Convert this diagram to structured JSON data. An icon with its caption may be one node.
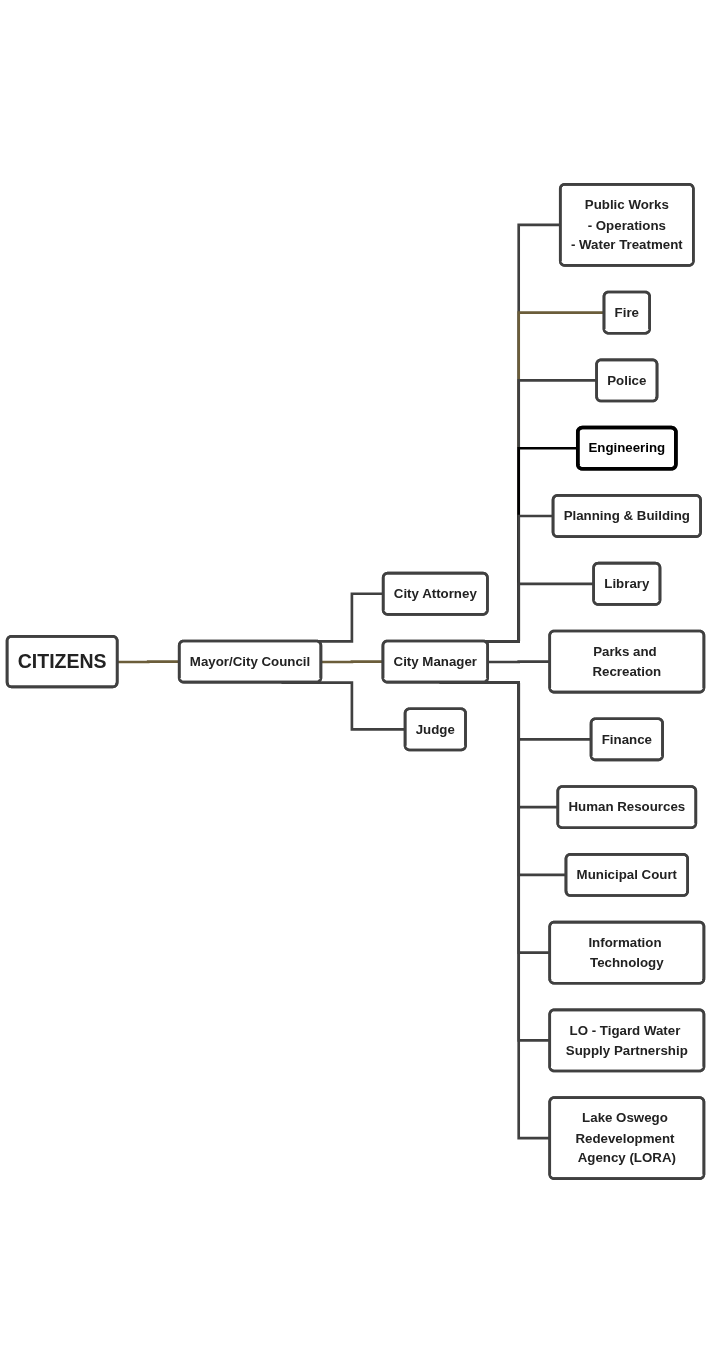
{
  "diagram": {
    "nodes": [
      {
        "text": [
          "CITIZENS"
        ]
      },
      {
        "text": [
          "Mayor/City Council"
        ]
      },
      {
        "text": [
          "City Attorney"
        ]
      },
      {
        "text": [
          "City Manager"
        ]
      },
      {
        "text": [
          "Judge"
        ]
      },
      {
        "text": [
          "Public Works",
          "- Operations",
          "- Water Treatment"
        ]
      },
      {
        "text": [
          "Fire"
        ]
      },
      {
        "text": [
          "Police"
        ]
      },
      {
        "text": [
          "Engineering"
        ]
      },
      {
        "text": [
          "Planning & Building"
        ]
      },
      {
        "text": [
          "Library"
        ]
      },
      {
        "text": [
          "Parks and Recreation"
        ]
      },
      {
        "text": [
          "Finance"
        ]
      },
      {
        "text": [
          "Human Resources"
        ]
      },
      {
        "text": [
          "Municipal Court"
        ]
      },
      {
        "text": [
          "Information Technology"
        ]
      },
      {
        "text": [
          "LO - Tigard Water Supply Partnership"
        ]
      },
      {
        "text": [
          "Lake Oswego Redevelopment Agency (LORA)"
        ]
      }
    ],
    "edges": [
      {
        "from": 0,
        "to": 1,
        "arrow": "none",
        "color": "#6b5d3a"
      },
      {
        "from": 1,
        "to": 2,
        "arrow": "none"
      },
      {
        "from": 1,
        "to": 3,
        "arrow": "none",
        "color": "#6b5d3a"
      },
      {
        "from": 1,
        "to": 4,
        "arrow": "none"
      },
      {
        "from": 3,
        "to": 5,
        "arrow": "none"
      },
      {
        "from": 3,
        "to": 6,
        "arrow": "none",
        "color": "#6b5d3a"
      },
      {
        "from": 3,
        "to": 7,
        "arrow": "none"
      },
      {
        "from": 3,
        "to": 8,
        "arrow": "none",
        "color": "#000000"
      },
      {
        "from": 3,
        "to": 9,
        "arrow": "none"
      },
      {
        "from": 3,
        "to": 10,
        "arrow": "none"
      },
      {
        "from": 3,
        "to": 11,
        "arrow": "none"
      },
      {
        "from": 3,
        "to": 12,
        "arrow": "none"
      },
      {
        "from": 3,
        "to": 13,
        "arrow": "none"
      },
      {
        "from": 3,
        "to": 14,
        "arrow": "none"
      },
      {
        "from": 3,
        "to": 15,
        "arrow": "none"
      },
      {
        "from": 3,
        "to": 16,
        "arrow": "none"
      },
      {
        "from": 3,
        "to": 17,
        "arrow": "none"
      }
    ]
  }
}
